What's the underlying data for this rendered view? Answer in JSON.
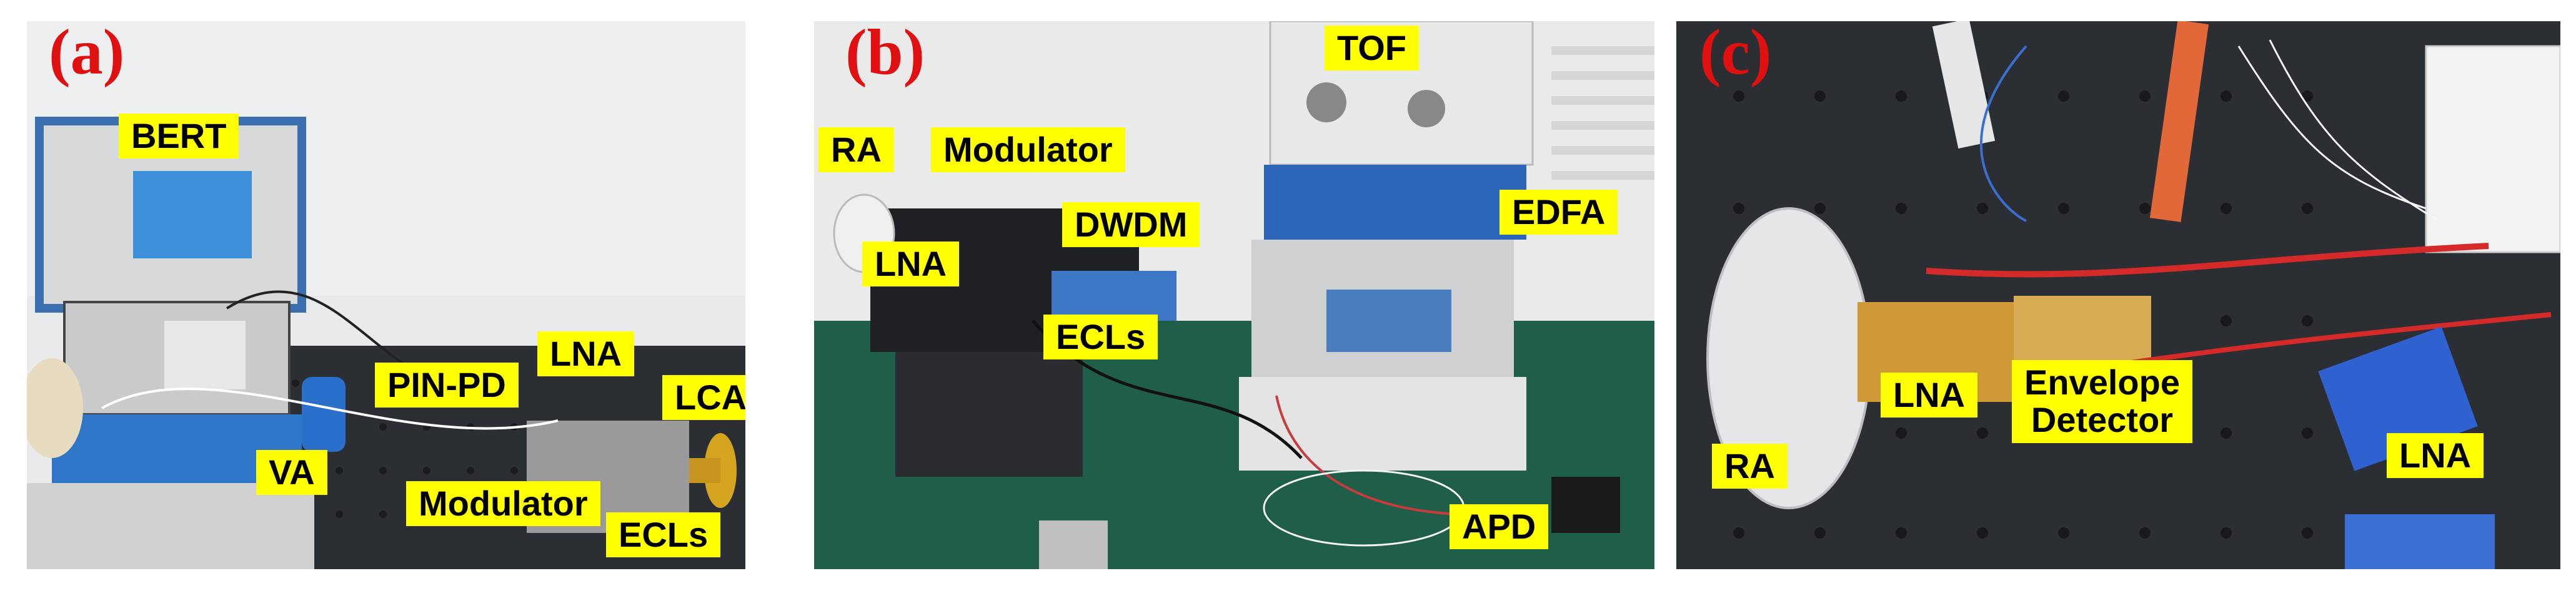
{
  "colors": {
    "label_background": "#ffff00",
    "panel_letter": "#e01010",
    "optical_table": "#2b2e33",
    "wall_a": "#e9eaec",
    "floor_b": "#1f5e49"
  },
  "panels": [
    {
      "letter": "(a)",
      "labels": [
        "BERT",
        "PIN-PD",
        "LNA",
        "LCA",
        "VA",
        "Modulator",
        "ECLs"
      ]
    },
    {
      "letter": "(b)",
      "labels": [
        "TOF",
        "RA",
        "Modulator",
        "DWDM",
        "LNA",
        "EDFA",
        "ECLs",
        "APD"
      ]
    },
    {
      "letter": "(c)",
      "labels": [
        "LNA",
        "Envelope\nDetector",
        "RA",
        "LNA"
      ]
    }
  ]
}
